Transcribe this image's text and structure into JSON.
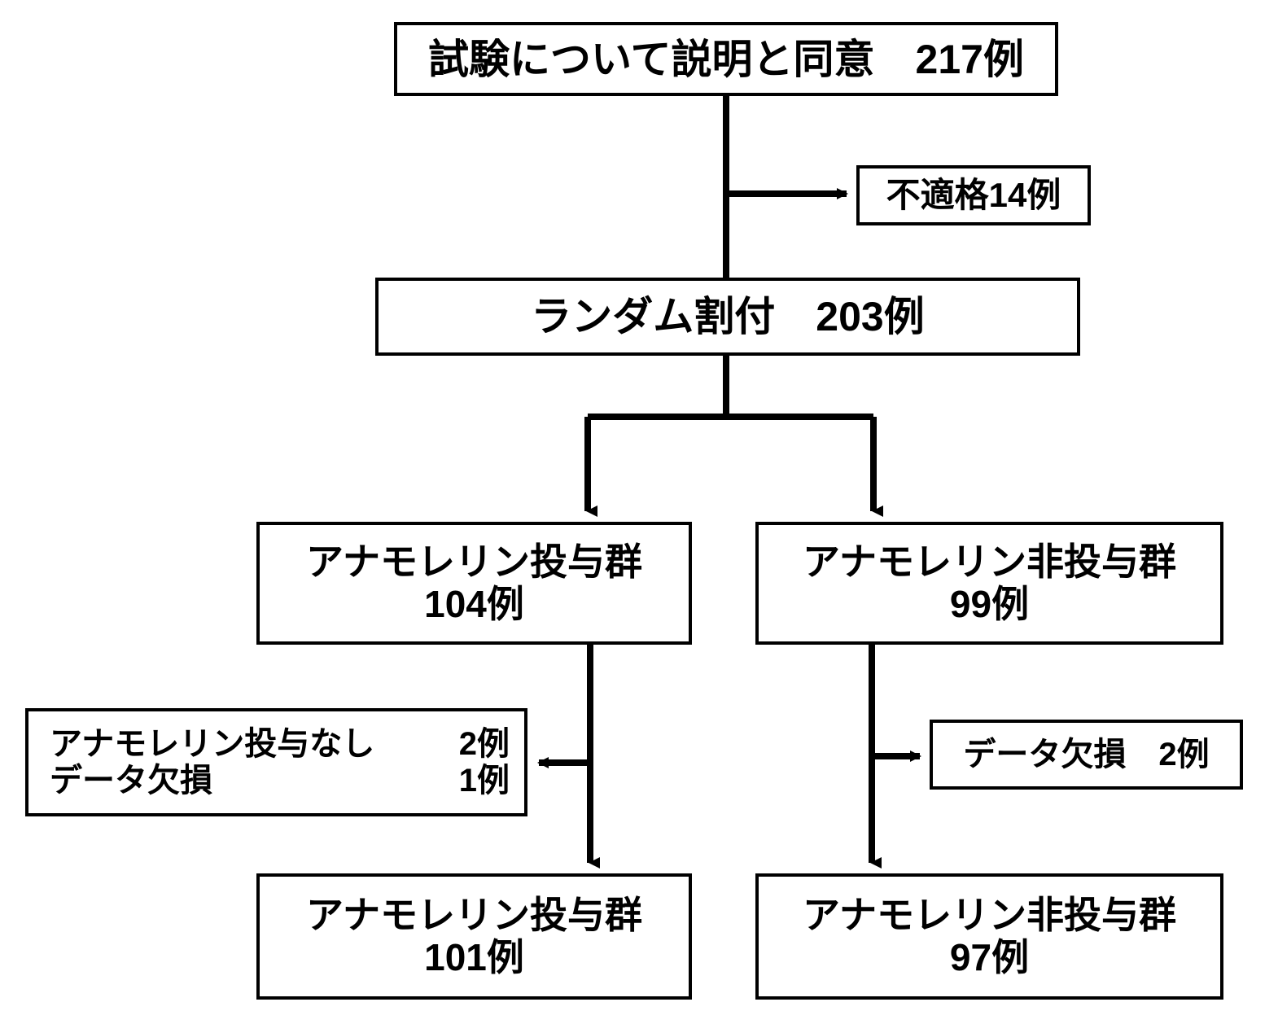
{
  "diagram": {
    "type": "flowchart",
    "title": "CONSORT participant flow diagram",
    "language": "ja",
    "colors": {
      "stroke": "#000000",
      "background": "#ffffff",
      "text": "#000000"
    },
    "nodes": {
      "consent": {
        "label": "試験について説明と同意",
        "count": "217例",
        "text": "試験について説明と同意　217例"
      },
      "ineligible": {
        "label": "不適格",
        "count": "14例",
        "text": "不適格14例"
      },
      "randomized": {
        "label": "ランダム割付",
        "count": "203例",
        "text": "ランダム割付　203例"
      },
      "group_treat": {
        "label": "アナモレリン投与群",
        "count": "104例"
      },
      "group_control": {
        "label": "アナモレリン非投与群",
        "count": "99例"
      },
      "excl_treat": {
        "rows": [
          {
            "label": "アナモレリン投与なし",
            "count": "2例"
          },
          {
            "label": "データ欠損",
            "count": "1例"
          }
        ]
      },
      "excl_control": {
        "label": "データ欠損",
        "count": "2例",
        "text": "データ欠損　2例"
      },
      "final_treat": {
        "label": "アナモレリン投与群",
        "count": "101例"
      },
      "final_control": {
        "label": "アナモレリン非投与群",
        "count": "97例"
      }
    },
    "edges": [
      {
        "name": "consent-to-randomized",
        "from": "consent",
        "to": "randomized",
        "arrow": "none"
      },
      {
        "name": "consent-to-ineligible",
        "from": "consent",
        "to": "ineligible",
        "arrow": "right"
      },
      {
        "name": "randomized-to-group-treat",
        "from": "randomized",
        "to": "group_treat",
        "arrow": "down"
      },
      {
        "name": "randomized-to-group-control",
        "from": "randomized",
        "to": "group_control",
        "arrow": "down"
      },
      {
        "name": "group-treat-to-final-treat",
        "from": "group_treat",
        "to": "final_treat",
        "arrow": "down"
      },
      {
        "name": "group-treat-to-excl-treat",
        "from": "group_treat",
        "to": "excl_treat",
        "arrow": "left"
      },
      {
        "name": "group-control-to-final-control",
        "from": "group_control",
        "to": "final_control",
        "arrow": "down"
      },
      {
        "name": "group-control-to-excl-control",
        "from": "group_control",
        "to": "excl_control",
        "arrow": "right"
      }
    ]
  }
}
